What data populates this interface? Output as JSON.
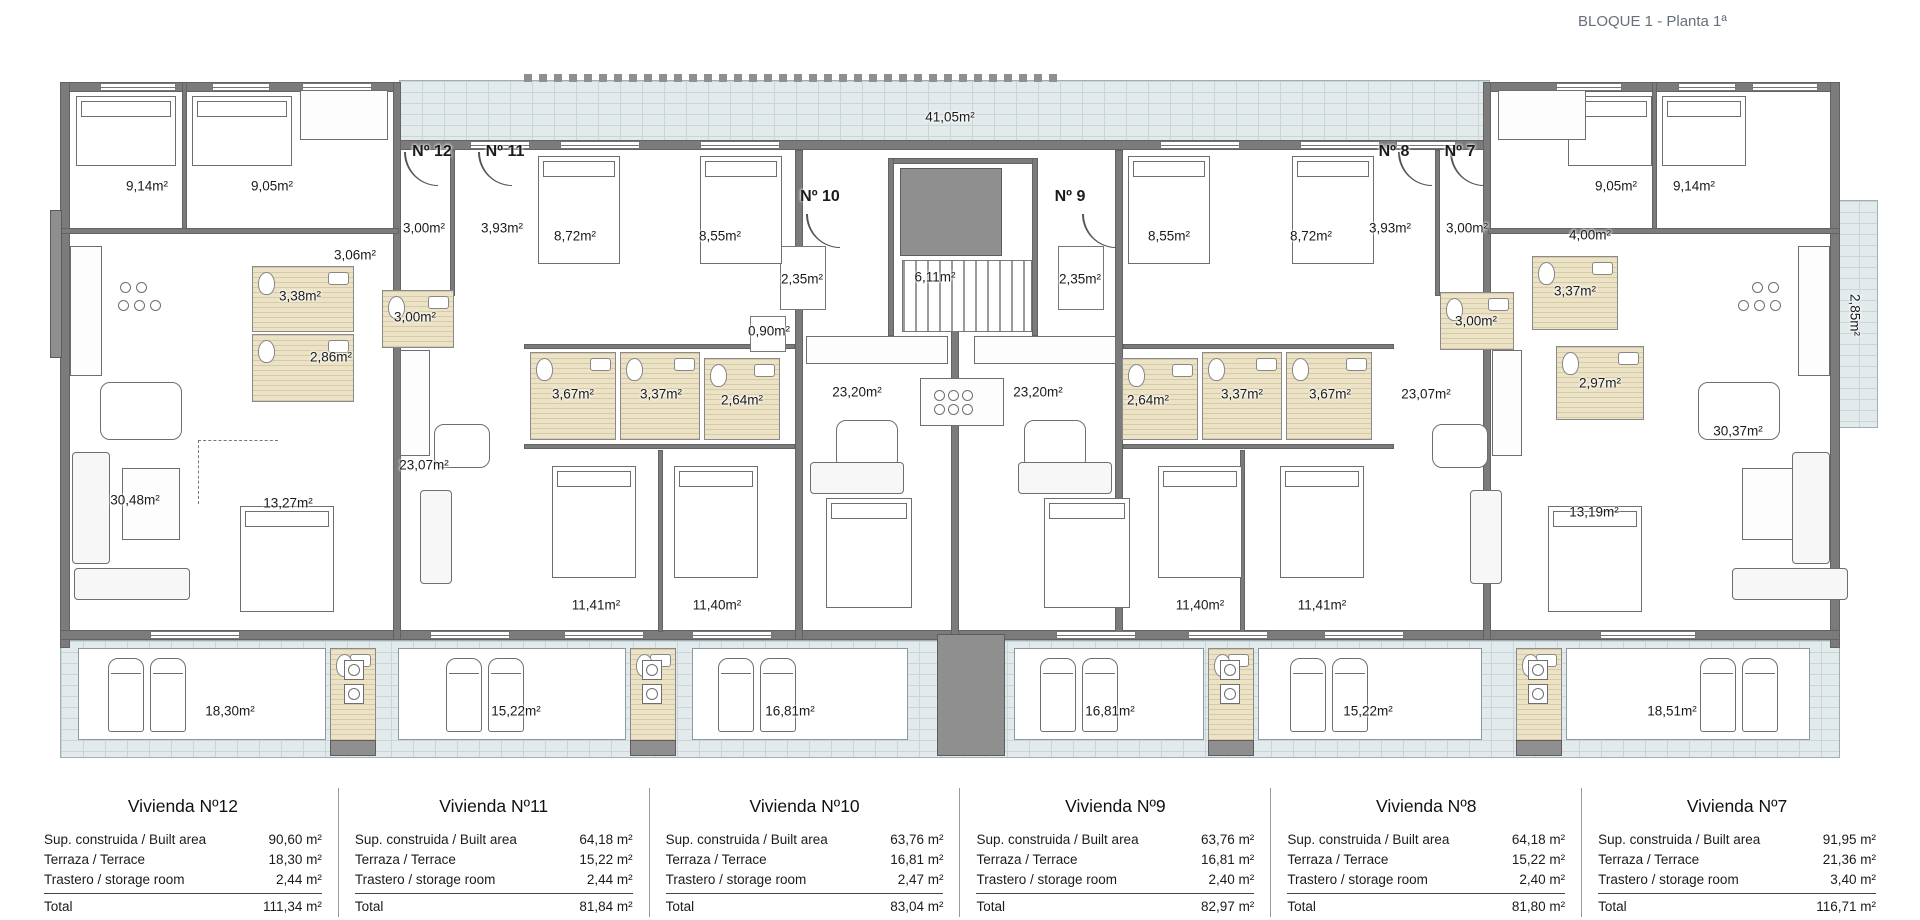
{
  "header": {
    "title": "BLOQUE 1 - Planta 1ª"
  },
  "plan": {
    "unit_labels": {
      "u12": "Nº 12",
      "u11": "Nº 11",
      "u10": "Nº 10",
      "u9": "Nº 9",
      "u8": "Nº 8",
      "u7": "Nº 7"
    },
    "area_labels": {
      "terrace_top": "41,05m²",
      "bedroom12_a": "9,14m²",
      "bedroom12_b": "9,05m²",
      "hall12": "3,06m²",
      "entry12": "3,00m²",
      "entry11": "3,93m²",
      "bath12_a": "3,38m²",
      "bath12_b": "2,86m²",
      "kitchen11": "3,00m²",
      "living12": "30,48m²",
      "bedroom12_c": "13,27m²",
      "bedroom11_a": "8,72m²",
      "bedroom11_b": "8,55m²",
      "bath11_a": "3,67m²",
      "bath11_b": "3,37m²",
      "bath11_c": "2,64m²",
      "living11": "23,07m²",
      "bedroom11_c": "11,41m²",
      "bedroom11_d": "11,40m²",
      "closet10": "2,35m²",
      "closet9": "2,35m²",
      "stairs": "6,11m²",
      "closet_corridor": "0,90m²",
      "living10": "23,20m²",
      "living9": "23,20m²",
      "bath9_c": "2,64m²",
      "bath9_b": "3,37m²",
      "bath9_a": "3,67m²",
      "bedroom9_a": "8,55m²",
      "bedroom9_b": "8,72m²",
      "bedroom8_a": "11,40m²",
      "bedroom8_b": "11,41m²",
      "living8": "23,07m²",
      "entry8": "3,93m²",
      "entry7": "3,00m²",
      "kitchen8": "3,00m²",
      "bath7_a": "3,37m²",
      "hall7": "4,00m²",
      "bath7_b": "2,97m²",
      "bedroom7_a": "9,05m²",
      "bedroom7_b": "9,14m²",
      "living7": "30,37m²",
      "bedroom7_c": "13,19m²",
      "balcony7": "2,85m²",
      "terrace12": "18,30m²",
      "terrace11": "15,22m²",
      "terrace10": "16,81m²",
      "terrace9": "16,81m²",
      "terrace8": "15,22m²",
      "terrace7": "18,51m²"
    }
  },
  "tables": [
    {
      "title": "Vivienda Nº12",
      "rows": [
        {
          "label": "Sup. construida / Built area",
          "value": "90,60 m²"
        },
        {
          "label": "Terraza / Terrace",
          "value": "18,30 m²"
        },
        {
          "label": "Trastero / storage room",
          "value": "2,44 m²"
        }
      ],
      "total": {
        "label": "Total",
        "value": "111,34 m²"
      }
    },
    {
      "title": "Vivienda Nº11",
      "rows": [
        {
          "label": "Sup. construida / Built area",
          "value": "64,18 m²"
        },
        {
          "label": "Terraza / Terrace",
          "value": "15,22 m²"
        },
        {
          "label": "Trastero / storage room",
          "value": "2,44 m²"
        }
      ],
      "total": {
        "label": "Total",
        "value": "81,84 m²"
      }
    },
    {
      "title": "Vivienda Nº10",
      "rows": [
        {
          "label": "Sup. construida / Built area",
          "value": "63,76 m²"
        },
        {
          "label": "Terraza / Terrace",
          "value": "16,81 m²"
        },
        {
          "label": "Trastero / storage room",
          "value": "2,47 m²"
        }
      ],
      "total": {
        "label": "Total",
        "value": "83,04 m²"
      }
    },
    {
      "title": "Vivienda Nº9",
      "rows": [
        {
          "label": "Sup. construida / Built area",
          "value": "63,76 m²"
        },
        {
          "label": "Terraza / Terrace",
          "value": "16,81 m²"
        },
        {
          "label": "Trastero / storage room",
          "value": "2,40 m²"
        }
      ],
      "total": {
        "label": "Total",
        "value": "82,97 m²"
      }
    },
    {
      "title": "Vivienda Nº8",
      "rows": [
        {
          "label": "Sup. construida / Built area",
          "value": "64,18 m²"
        },
        {
          "label": "Terraza / Terrace",
          "value": "15,22 m²"
        },
        {
          "label": "Trastero / storage room",
          "value": "2,40 m²"
        }
      ],
      "total": {
        "label": "Total",
        "value": "81,80 m²"
      }
    },
    {
      "title": "Vivienda Nº7",
      "rows": [
        {
          "label": "Sup. construida / Built area",
          "value": "91,95 m²"
        },
        {
          "label": "Terraza / Terrace",
          "value": "21,36 m²"
        },
        {
          "label": "Trastero / storage room",
          "value": "3,40 m²"
        }
      ],
      "total": {
        "label": "Total",
        "value": "116,71 m²"
      }
    }
  ]
}
